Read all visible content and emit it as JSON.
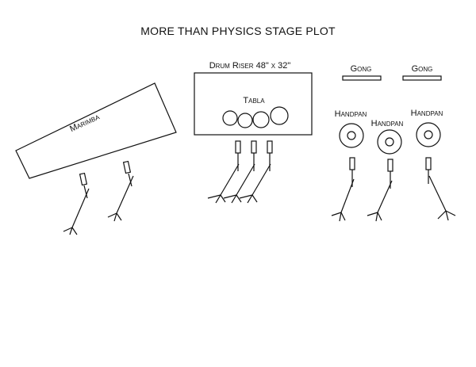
{
  "title": "MORE THAN PHYSICS STAGE PLOT",
  "marimba": {
    "label": "Marimba"
  },
  "drum_riser": {
    "label": "Drum Riser 48\" x 32\""
  },
  "tabla": {
    "label": "Tabla"
  },
  "gongs": [
    {
      "label": "Gong"
    },
    {
      "label": "Gong"
    }
  ],
  "handpans": [
    {
      "label": "Handpan"
    },
    {
      "label": "Handpan"
    },
    {
      "label": "Handpan"
    }
  ],
  "colors": {
    "line": "#111111",
    "background": "#ffffff"
  }
}
